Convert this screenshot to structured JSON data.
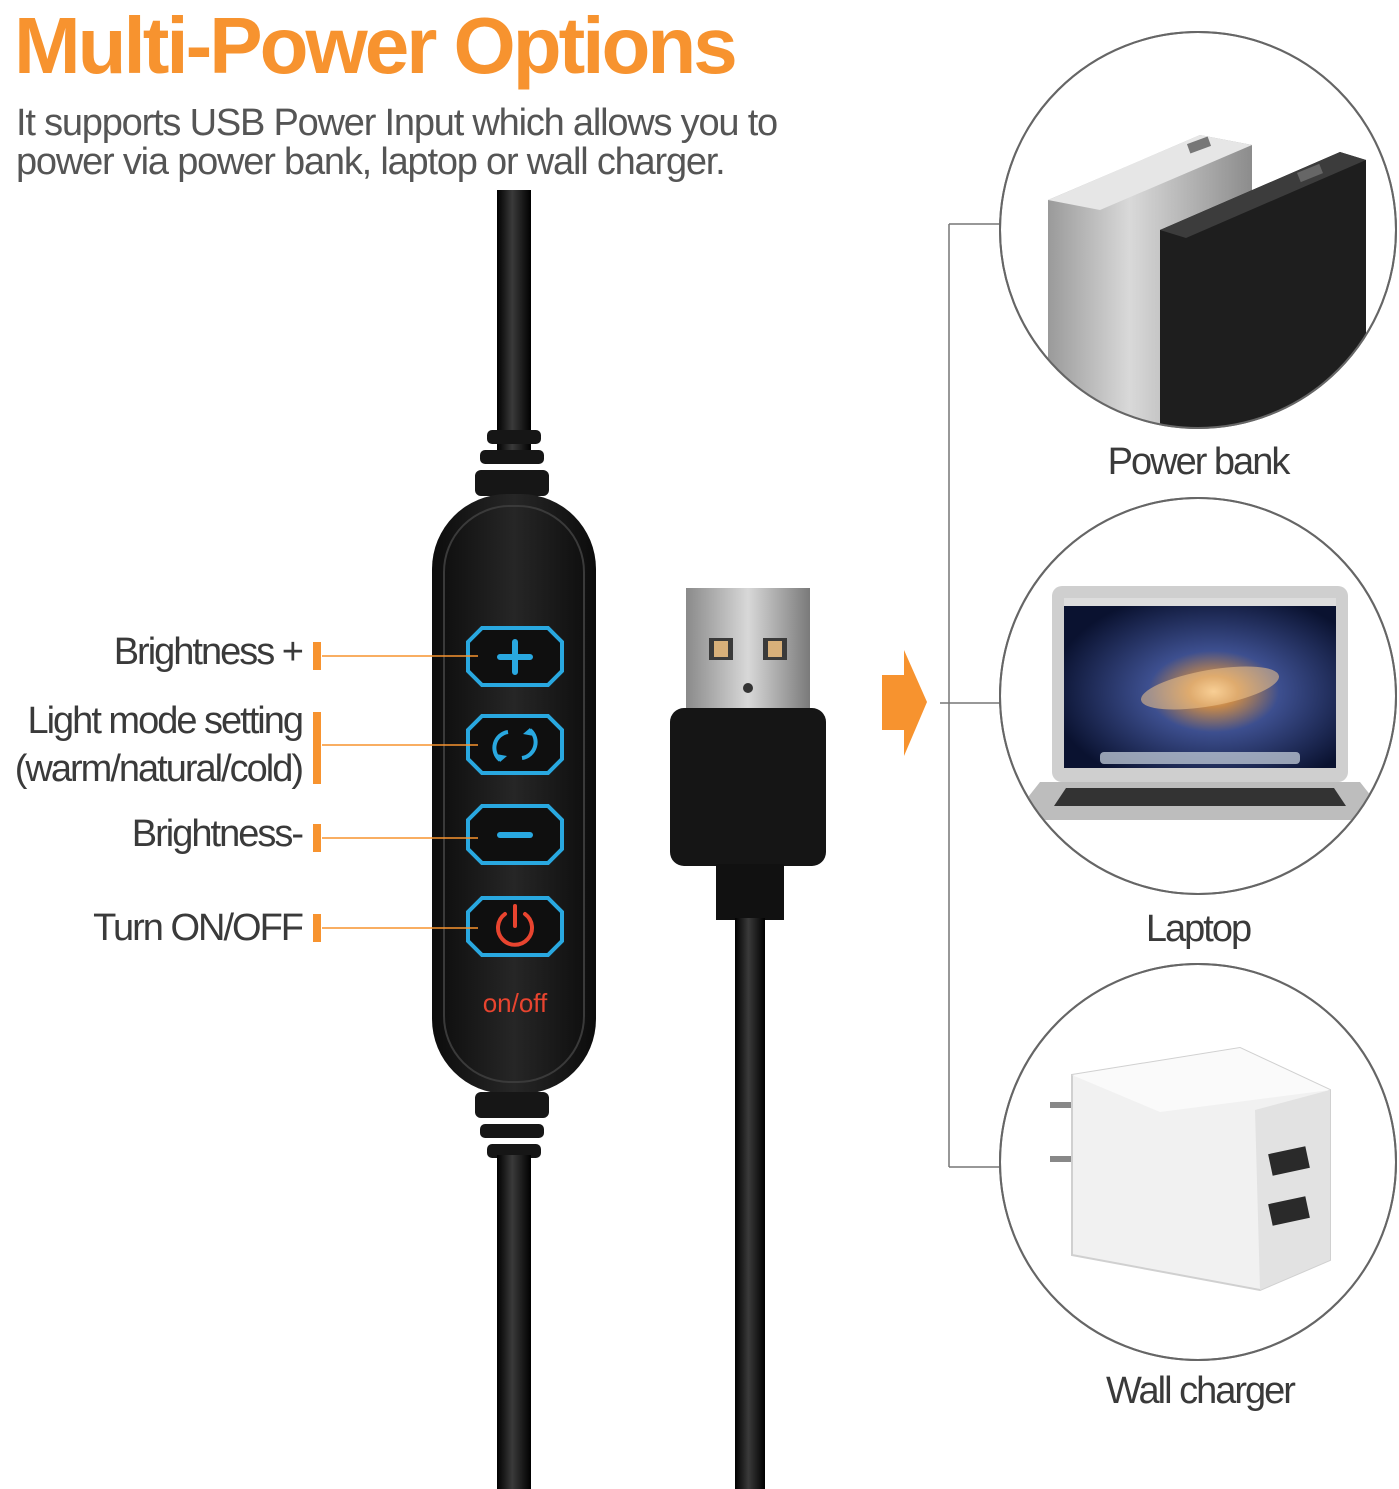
{
  "header": {
    "title": "Multi-Power Options",
    "subtitle": "It supports USB Power Input which allows you to power via power bank, laptop or wall charger."
  },
  "controller": {
    "brightness_up_label": "Brightness +",
    "mode_label_line1": "Light mode setting",
    "mode_label_line2": "(warm/natural/cold)",
    "brightness_down_label": "Brightness-",
    "power_label": "Turn ON/OFF",
    "onoff_text": "on/off"
  },
  "power_sources": [
    {
      "label": "Power bank",
      "icon": "power-bank-icon"
    },
    {
      "label": "Laptop",
      "icon": "laptop-icon"
    },
    {
      "label": "Wall charger",
      "icon": "wall-charger-icon"
    }
  ],
  "colors": {
    "accent": "#f7932f",
    "button_glow": "#29a8e0",
    "power_red": "#e8442f",
    "text": "#3a3a3a"
  }
}
